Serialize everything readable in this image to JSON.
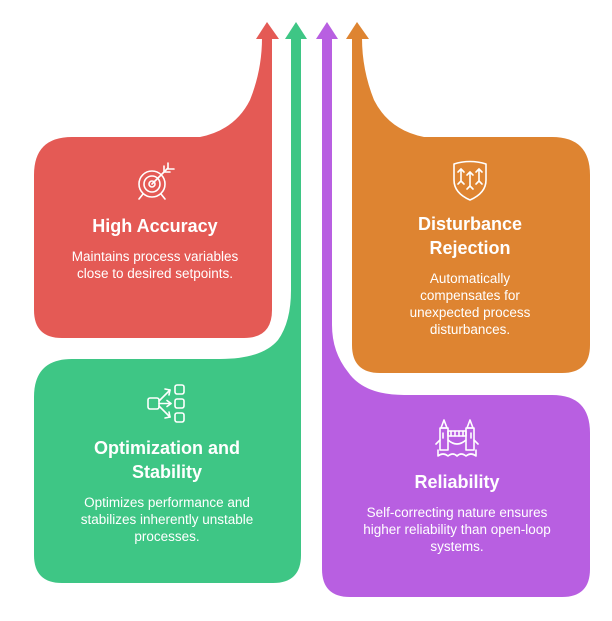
{
  "diagram": {
    "type": "converging-arrows-infographic",
    "colors": {
      "red": "#E45A55",
      "green": "#3EC685",
      "purple": "#B85FE1",
      "orange": "#DE8431",
      "text": "#FFFFFF"
    },
    "cards": [
      {
        "id": "high-accuracy",
        "icon": "target-icon",
        "color": "#E45A55",
        "title": "High Accuracy",
        "description": "Maintains process variables close to desired setpoints."
      },
      {
        "id": "disturbance-rejection",
        "icon": "shield-arrows-icon",
        "color": "#DE8431",
        "title": "Disturbance Rejection",
        "description": "Automatically compensates for unexpected process disturbances."
      },
      {
        "id": "optimization-stability",
        "icon": "branching-arrows-icon",
        "color": "#3EC685",
        "title": "Optimization and Stability",
        "description": "Optimizes performance and stabilizes inherently unstable processes."
      },
      {
        "id": "reliability",
        "icon": "bridge-icon",
        "color": "#B85FE1",
        "title": "Reliability",
        "description": "Self-correcting nature ensures higher reliability than open-loop systems."
      }
    ]
  }
}
